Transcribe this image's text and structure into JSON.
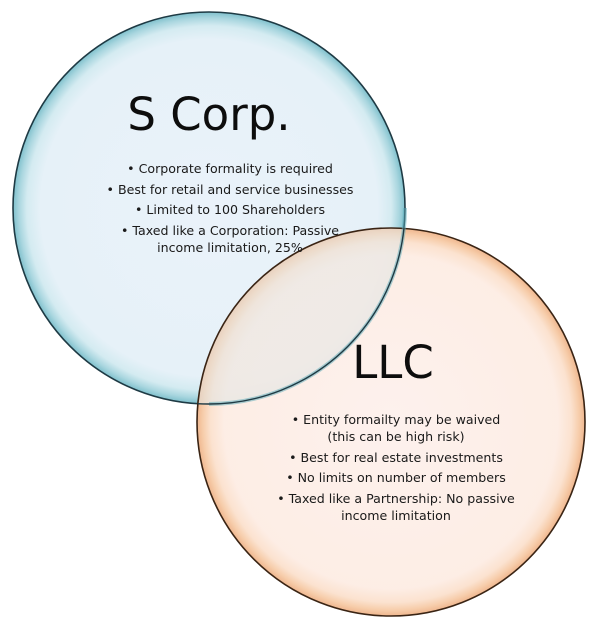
{
  "diagram": {
    "type": "venn",
    "circles": [
      {
        "id": "s-corp",
        "title": "S Corp.",
        "fill_color": "#e7f2f8",
        "edge_color": "#9fd0da",
        "bullets": [
          "Corporate formality is required",
          "Best for retail and service businesses",
          "Limited to 100 Shareholders",
          "Taxed like a Corporation: Passive income limitation, 25%"
        ]
      },
      {
        "id": "llc",
        "title": "LLC",
        "fill_color": "#fdeee6",
        "edge_color": "#f5c9a2",
        "bullets": [
          "Entity formailty may be waived (this can be high risk)",
          "Best for real estate investments",
          "No limits on number of members",
          "Taxed like a Partnership: No passive income limitation"
        ]
      }
    ],
    "bullet_glyph": "•"
  },
  "s_corp": {
    "title": "S Corp.",
    "bullets": {
      "b1": "Corporate formality is required",
      "b2": "Best for retail and service businesses",
      "b3": "Limited to 100 Shareholders",
      "b4_line1": "Taxed like a Corporation: Passive",
      "b4_line2": "income limitation, 25%"
    }
  },
  "llc": {
    "title": "LLC",
    "bullets": {
      "b1_line1": "Entity formailty may be waived",
      "b1_line2": "(this can be high risk)",
      "b2": "Best for real estate investments",
      "b3": "No limits on number of members",
      "b4_line1": "Taxed like a Partnership: No passive",
      "b4_line2": "income limitation"
    }
  },
  "bullet": "•"
}
